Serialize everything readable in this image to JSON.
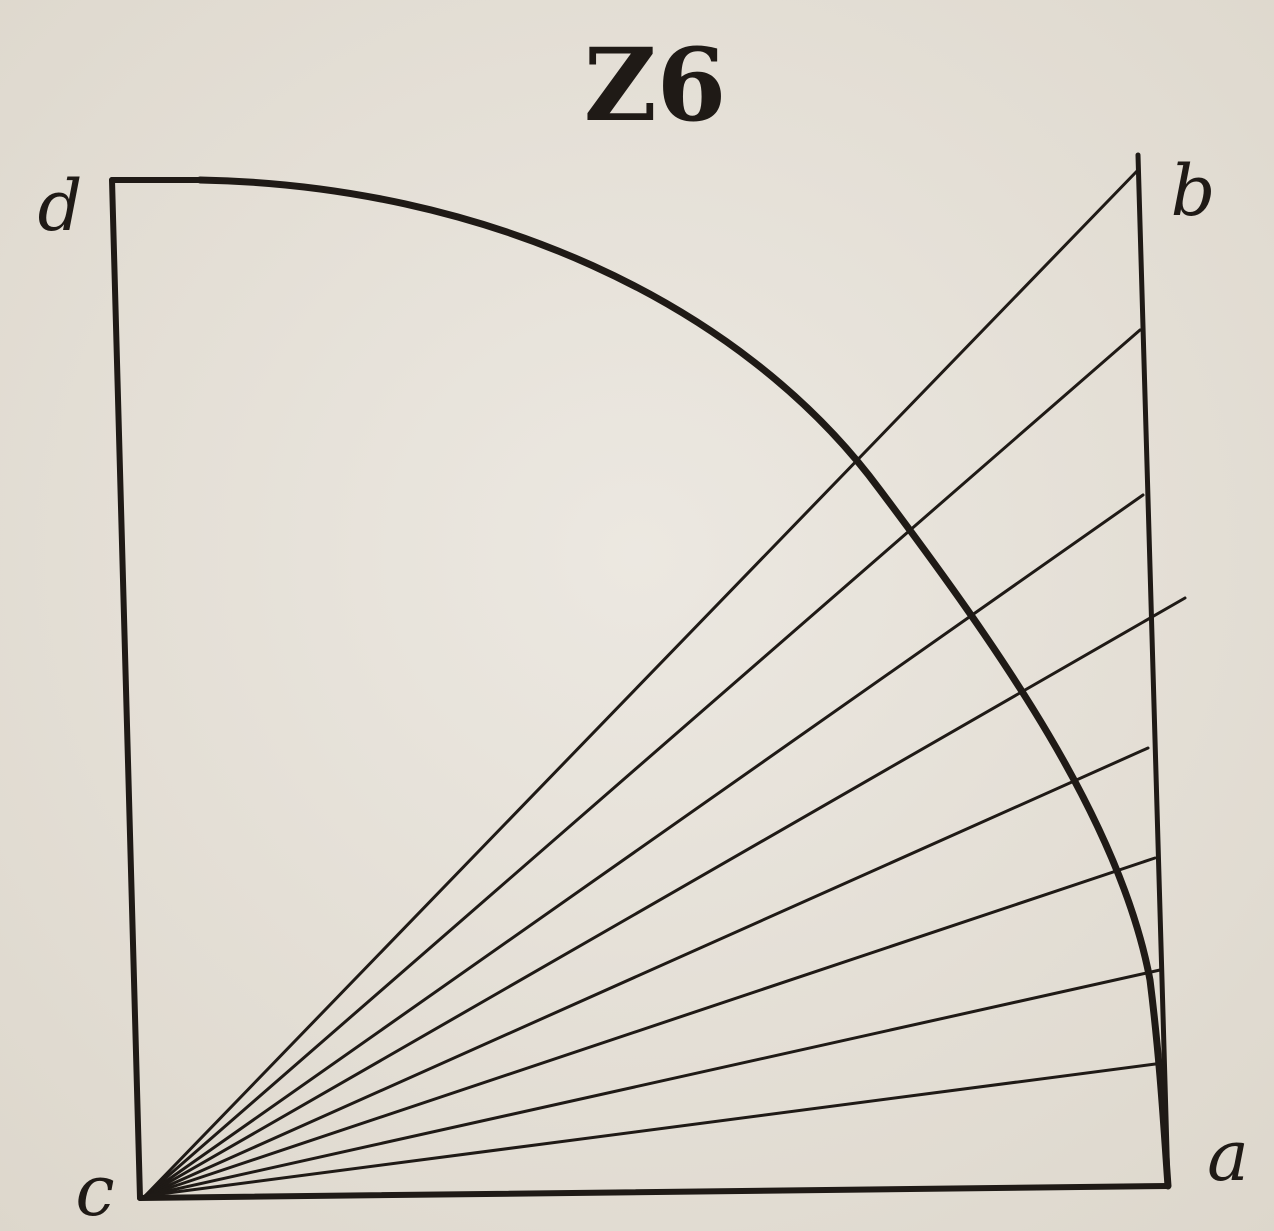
{
  "figure": {
    "number_text": "Z6",
    "paper_color": "#e7e3db",
    "ink_color": "#1f1a16"
  },
  "labels": {
    "d": "d",
    "b": "b",
    "c": "c",
    "a": "a"
  }
}
